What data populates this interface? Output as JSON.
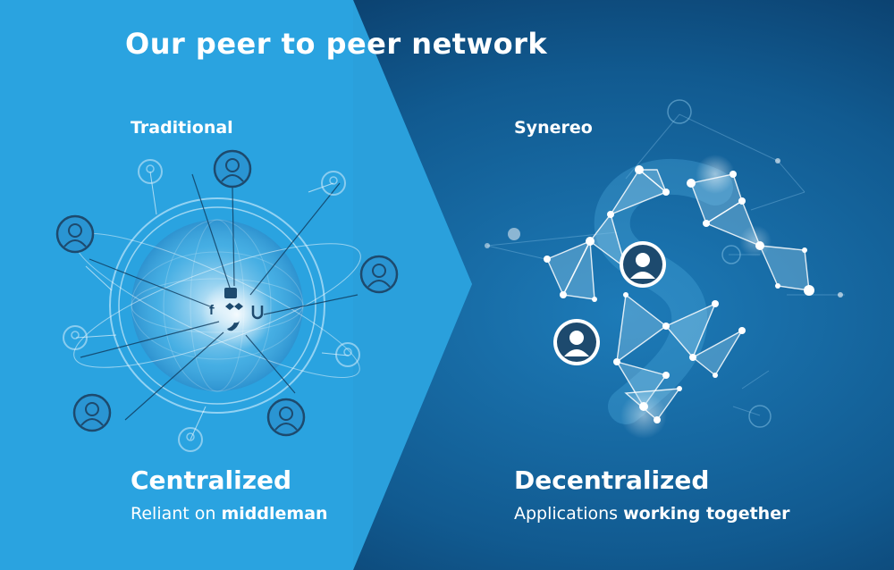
{
  "title": "Our peer to peer network",
  "traditional": {
    "label": "Traditional",
    "heading": "Centralized",
    "subtitle_pre": "Reliant on ",
    "subtitle_bold": "middleman"
  },
  "synereo": {
    "label": "Synereo",
    "heading": "Decentralized",
    "subtitle_pre": "Applications ",
    "subtitle_bold": "working together"
  },
  "colors": {
    "left_bg": "#2aa3e0",
    "right_bg_dark": "#0b3f6e",
    "right_bg_mid": "#1a6fa8",
    "node": "#ffffff",
    "icon_dark": "#1d4a6e"
  },
  "icons": [
    "user-avatar-icon",
    "facebook-icon",
    "twitter-icon",
    "dropbox-icon",
    "uber-icon",
    "xing-icon"
  ]
}
